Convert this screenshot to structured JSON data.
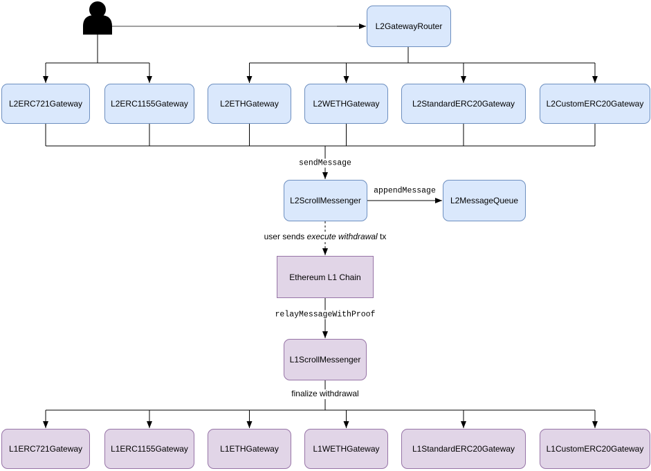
{
  "nodes": {
    "actor_icon": "person-icon",
    "l2_gateway_router": "L2GatewayRouter",
    "l2_row": [
      "L2ERC721Gateway",
      "L2ERC1155Gateway",
      "L2ETHGateway",
      "L2WETHGateway",
      "L2StandardERC20Gateway",
      "L2CustomERC20Gateway"
    ],
    "l2_scroll_messenger": "L2ScrollMessenger",
    "l2_message_queue": "L2MessageQueue",
    "ethereum_l1_chain": "Ethereum L1 Chain",
    "l1_scroll_messenger": "L1ScrollMessenger",
    "l1_row": [
      "L1ERC721Gateway",
      "L1ERC1155Gateway",
      "L1ETHGateway",
      "L1WETHGateway",
      "L1StandardERC20Gateway",
      "L1CustomERC20Gateway"
    ]
  },
  "edge_labels": {
    "send_message": "sendMessage",
    "append_message": "appendMessage",
    "user_sends_prefix": "user sends ",
    "user_sends_emphasis": "execute withdrawal",
    "user_sends_suffix": " tx",
    "relay_message_with_proof": "relayMessageWithProof",
    "finalize_withdrawal": "finalize withdrawal"
  },
  "colors": {
    "l2-fill": "#dae8fc",
    "l2-border": "#6c8ebf",
    "l1-fill": "#e1d5e7",
    "l1-border": "#9673a6",
    "wire": "#000000",
    "wire-gray": "#808080",
    "canvas-bg": "#ffffff"
  }
}
